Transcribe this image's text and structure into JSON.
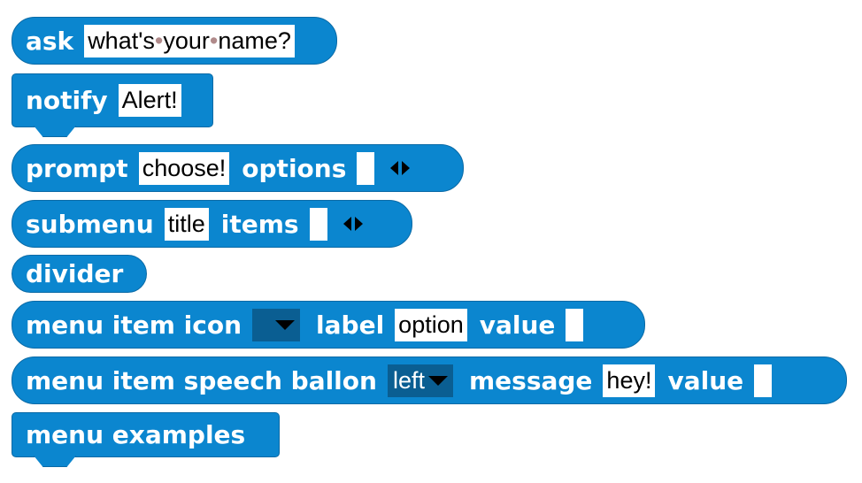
{
  "ask": {
    "keyword": "ask",
    "text": [
      "what's",
      "your",
      "name?"
    ]
  },
  "notify": {
    "keyword": "notify",
    "text": "Alert!"
  },
  "prompt": {
    "keyword": "prompt",
    "text": "choose!",
    "options_label": "options"
  },
  "submenu": {
    "keyword": "submenu",
    "text": "title",
    "items_label": "items"
  },
  "divider": {
    "keyword": "divider"
  },
  "menu_item_icon": {
    "keyword": "menu item icon",
    "label_kw": "label",
    "label_value": "option",
    "value_kw": "value"
  },
  "menu_item_speech": {
    "keyword": "menu item speech ballon",
    "dropdown": "left",
    "message_kw": "message",
    "message_value": "hey!",
    "value_kw": "value"
  },
  "menu_examples": {
    "keyword": "menu examples"
  },
  "colors": {
    "block": "#0b86cf",
    "block_border": "#0a6aa6",
    "dropdown": "#0a5e92"
  }
}
